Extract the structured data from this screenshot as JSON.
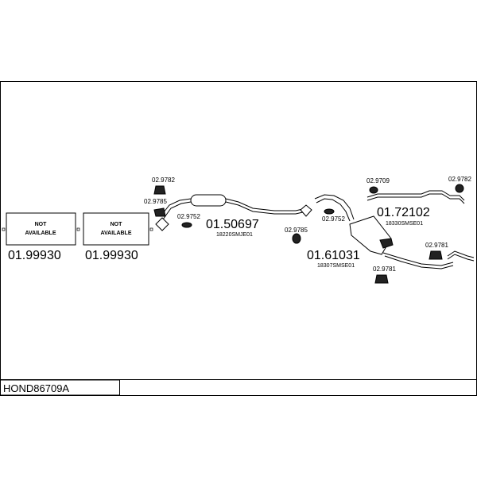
{
  "diagram_code": "HOND86709A",
  "parts": {
    "p1": {
      "number": "01.99930",
      "status": "NOT\nAVAILABLE"
    },
    "p2": {
      "number": "01.99930",
      "status": "NOT\nAVAILABLE"
    },
    "p3": {
      "number": "01.50697",
      "oem": "18220SMJE01"
    },
    "p4": {
      "number": "01.61031",
      "oem": "18307SMSE01"
    },
    "p5": {
      "number": "01.72102",
      "oem": "18330SMSE01"
    }
  },
  "accessories": {
    "a1": "02.9782",
    "a2": "02.9785",
    "a3": "02.9752",
    "a4": "02.9785",
    "a5": "02.9752",
    "a6": "02.9709",
    "a7": "02.9782",
    "a8": "02.9781",
    "a9": "02.9781"
  }
}
